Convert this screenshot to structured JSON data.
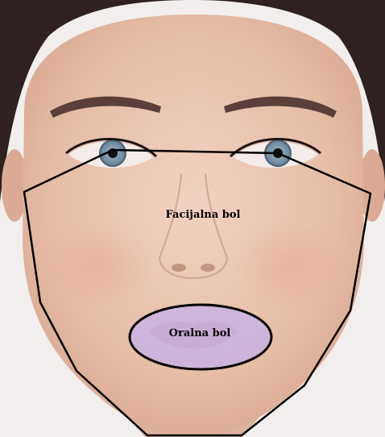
{
  "diagram": {
    "regions": [
      {
        "id": "facial",
        "label": "Facijalna bol"
      },
      {
        "id": "oral",
        "label": "Oralna bol"
      }
    ],
    "colors": {
      "outline": "#000000",
      "oral_fill": "#c9b3e3",
      "skin": "#e8c2ae",
      "hair": "#2e2120",
      "background": "#f2eeee"
    }
  }
}
